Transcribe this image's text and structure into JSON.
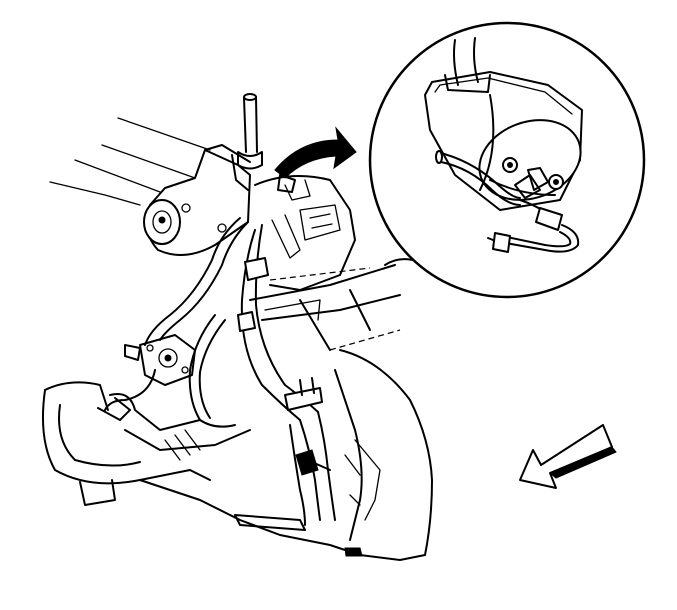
{
  "figure": {
    "background_color": "#ffffff",
    "line_color": "#000000",
    "components": [
      "steering-pump",
      "pump-reservoir-detail",
      "pressure-hose",
      "return-hose",
      "steering-gear",
      "frame-rail",
      "hose-clamp",
      "rotation-arrow",
      "direction-arrow"
    ]
  }
}
